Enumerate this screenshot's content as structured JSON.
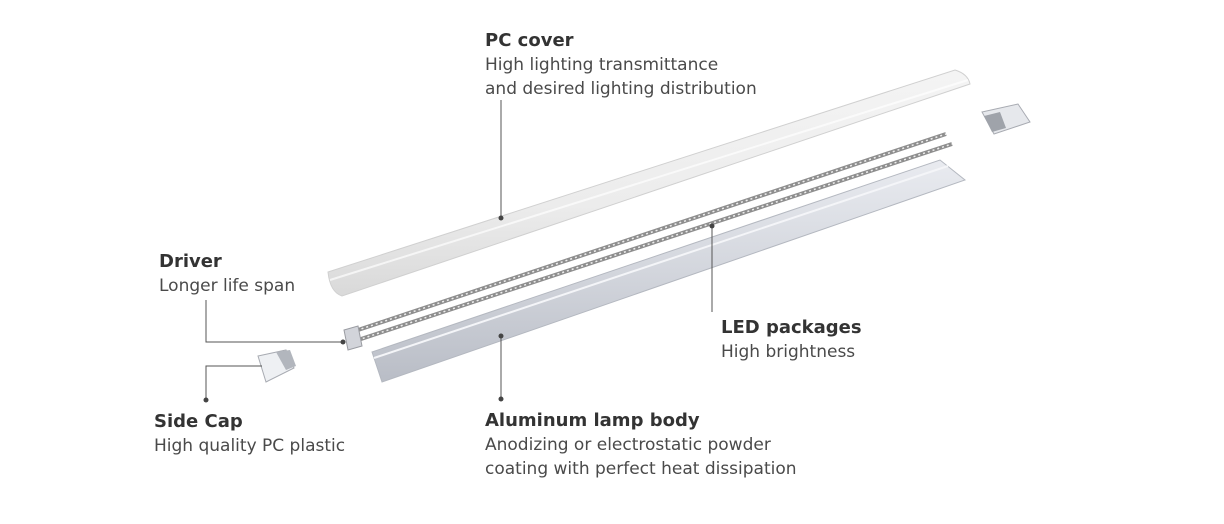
{
  "callouts": {
    "pc_cover": {
      "title": "PC cover",
      "lines": [
        "High lighting transmittance",
        "and desired lighting distribution"
      ]
    },
    "driver": {
      "title": "Driver",
      "lines": [
        "Longer life span"
      ]
    },
    "side_cap": {
      "title": "Side Cap",
      "lines": [
        "High quality PC plastic"
      ]
    },
    "led_packages": {
      "title": "LED packages",
      "lines": [
        "High brightness"
      ]
    },
    "lamp_body": {
      "title": "Aluminum lamp body",
      "lines": [
        "Anodizing or electrostatic powder",
        "coating with perfect heat dissipation"
      ]
    }
  },
  "colors": {
    "text_title": "#333333",
    "text_body": "#4a4a4a",
    "leader_line": "#555555",
    "cover": "#ececec",
    "body": "#d8dbe2"
  }
}
